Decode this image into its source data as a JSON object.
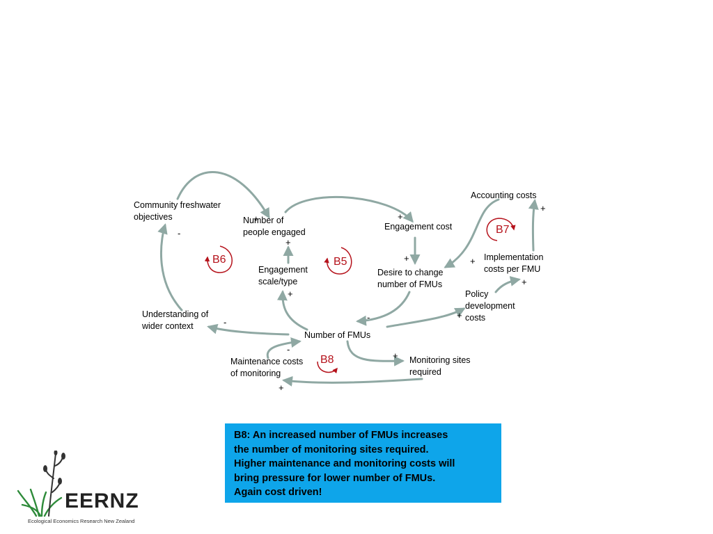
{
  "nodes": {
    "community_freshwater_objectives": "Community freshwater\nobjectives",
    "number_of_people_engaged": "Number of\npeople engaged",
    "engagement_cost": "Engagement cost",
    "accounting_costs": "Accounting costs",
    "implementation_costs_per_fmu": "Implementation\ncosts per FMU",
    "desire_to_change_number_of_fmus": "Desire to change\nnumber of FMUs",
    "engagement_scale_type": "Engagement\nscale/type",
    "policy_development_costs": "Policy\ndevelopment\ncosts",
    "understanding_of_wider_context": "Understanding of\nwider context",
    "number_of_fmus": "Number of FMUs",
    "maintenance_costs_of_monitoring": "Maintenance costs\nof monitoring",
    "monitoring_sites_required": "Monitoring sites\nrequired"
  },
  "loops": {
    "b5": "B5",
    "b6": "B6",
    "b7": "B7",
    "b8": "B8"
  },
  "signs": {
    "plus": "+",
    "minus": "-"
  },
  "caption": "B8: An increased number of FMUs increases\nthe number of monitoring sites required.\nHigher maintenance and monitoring costs will\nbring pressure for lower number of FMUs.\nAgain cost driven!",
  "logo": {
    "word": "EERNZ",
    "subtitle": "Ecological Economics Research New Zealand"
  },
  "colors": {
    "arrow": "#8fa8a3",
    "loop": "#b5121b",
    "caption_bg": "#0ea5ea",
    "logo_plant": "#2e8b3a"
  }
}
